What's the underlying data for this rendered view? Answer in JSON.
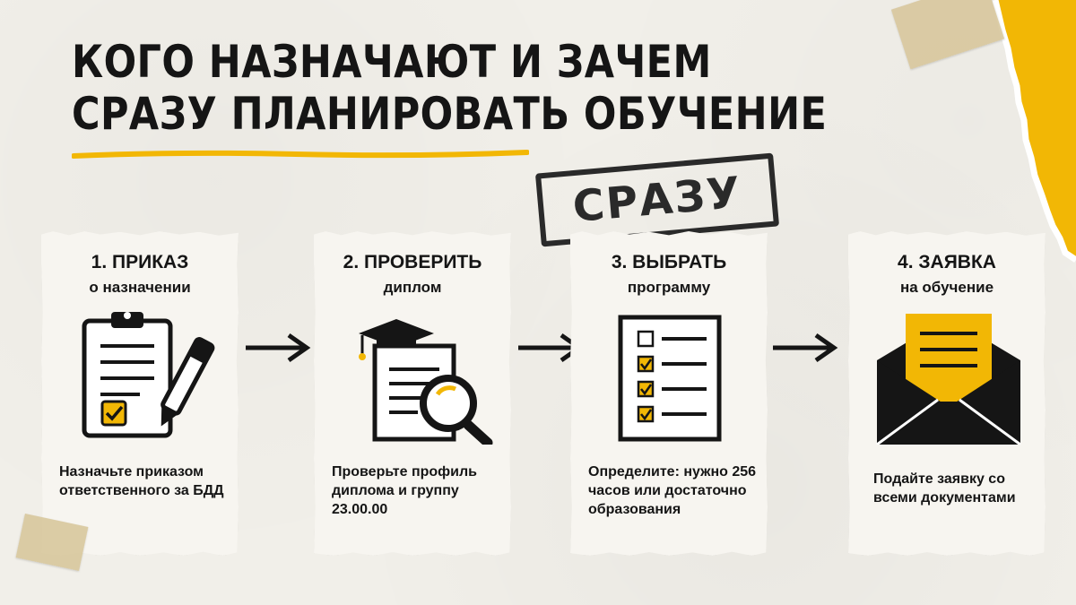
{
  "title": {
    "line1": "КОГО НАЗНАЧАЮТ И ЗАЧЕМ",
    "line2": "СРАЗУ ПЛАНИРОВАТЬ ОБУЧЕНИЕ"
  },
  "stamp": "СРАЗУ",
  "colors": {
    "accent": "#f2b705",
    "ink": "#151515",
    "paper": "#f7f5f0",
    "background": "#f1efe9"
  },
  "steps": [
    {
      "title": "1. ПРИКАЗ",
      "subtitle": "о назначении",
      "icon": "clipboard-pen-icon",
      "description": "Назначьте приказом ответственного за БДД"
    },
    {
      "title": "2. ПРОВЕРИТЬ",
      "subtitle": "диплом",
      "icon": "diploma-magnifier-icon",
      "description": "Проверьте профиль диплома и группу 23.00.00"
    },
    {
      "title": "3. ВЫБРАТЬ",
      "subtitle": "программу",
      "icon": "checklist-icon",
      "description": "Определите: нужно 256 часов или достаточно образования"
    },
    {
      "title": "4. ЗАЯВКА",
      "subtitle": "на обучение",
      "icon": "envelope-letter-icon",
      "description": "Подайте заявку со всеми документами"
    }
  ]
}
